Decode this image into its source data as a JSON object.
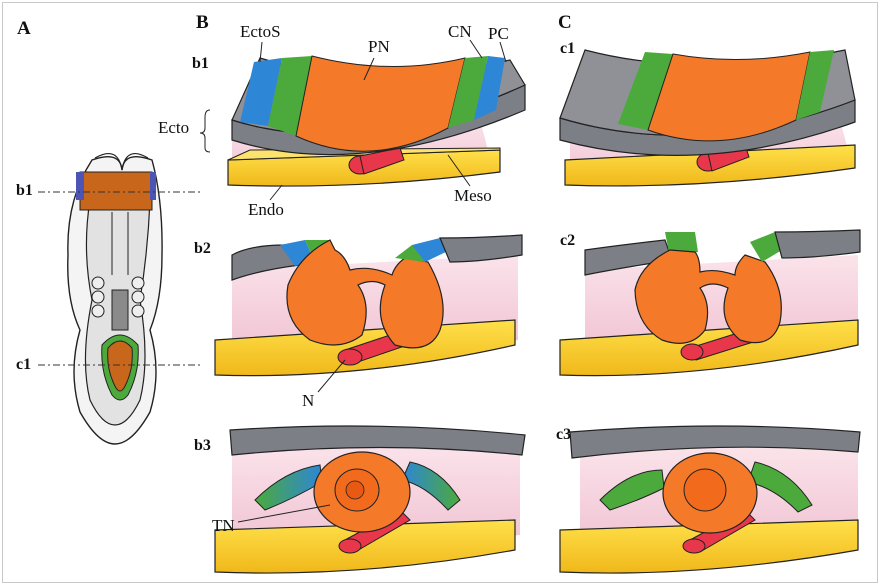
{
  "panels": {
    "a": "A",
    "b": "B",
    "c": "C"
  },
  "rows": {
    "b1": "b1",
    "b2": "b2",
    "b3": "b3",
    "c1": "c1",
    "c2": "c2",
    "c3": "c3",
    "embryo_b1": "b1",
    "embryo_c1": "c1"
  },
  "labels": {
    "ectos": "EctoS",
    "pn": "PN",
    "cn": "CN",
    "pc": "PC",
    "ecto": "Ecto",
    "endo": "Endo",
    "meso": "Meso",
    "n": "N",
    "tn": "TN"
  },
  "colors": {
    "ectoderm_surface": "#7c7f86",
    "placodes": "#2d86d6",
    "neural_crest": "#4caa3c",
    "neural_plate": "#f47a2a",
    "mesoderm": "#f2c9d6",
    "endoderm": "#f4c623",
    "notochord": "#e8364a"
  }
}
